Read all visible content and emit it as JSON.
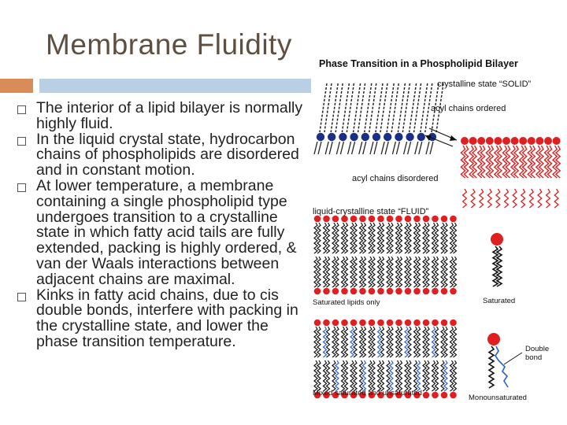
{
  "slide": {
    "title": "Membrane Fluidity",
    "bullets": [
      "The interior of a lipid bilayer is normally highly fluid.",
      "In the liquid crystal state, hydrocarbon chains of phospholipids are disordered and in constant motion.",
      "At lower temperature, a membrane containing a single phospholipid type undergoes transition to a crystalline state in which fatty acid tails are fully extended, packing is highly ordered, & van der Waals interactions between adjacent chains are maximal.",
      "Kinks in fatty acid chains, due to cis double bonds, interfere with packing in the crystalline state, and lower the phase transition temperature."
    ]
  },
  "figure": {
    "title": "Phase Transition in a Phospholipid Bilayer",
    "solid_label": "crystalline state “SOLID”",
    "ordered_label": "acyl chains ordered",
    "disordered_label": "acyl chains disordered",
    "fluid_label": "liquid-crystalline state “FLUID”",
    "saturated_lipids_label": "Saturated lipids only",
    "saturated_label": "Saturated",
    "mixed_label": "Mixed saturated and unsaturated",
    "double_bond_label": "Double bond",
    "monounsaturated_label": "Monounsaturated"
  },
  "colors": {
    "title": "#5f4f3f",
    "accent_orange": "#d88d59",
    "accent_blue": "#b9cfe3",
    "solid_heads": "#1a2f8c",
    "fluid_heads": "#e02020",
    "saturated_tail": "#111111",
    "unsaturated_tail": "#2a5fd0"
  }
}
